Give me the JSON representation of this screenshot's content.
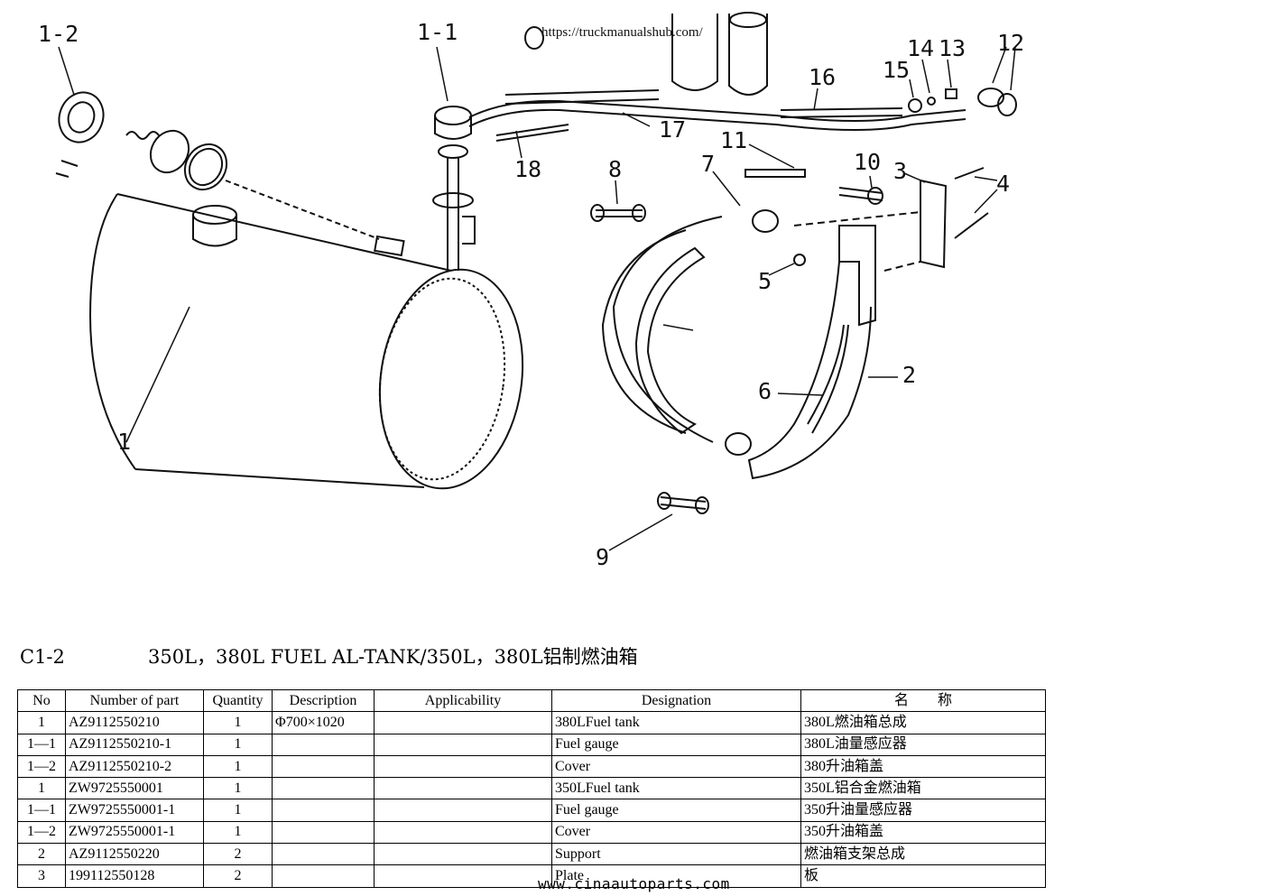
{
  "watermark_top": "https://truckmanualshub.com/",
  "watermark_bottom": "www.cinaautoparts.com",
  "caption": {
    "code": "C1-2",
    "title": "350L，380L FUEL AL-TANK/350L，380L铝制燃油箱"
  },
  "callouts": [
    "1-2",
    "1-1",
    "14",
    "13",
    "12",
    "15",
    "16",
    "17",
    "11",
    "18",
    "8",
    "7",
    "10",
    "3",
    "4",
    "5",
    "6",
    "2",
    "1",
    "9"
  ],
  "table": {
    "headers": [
      "No",
      "Number of part",
      "Quantity",
      "Description",
      "Applicability",
      "Designation",
      "名　　称"
    ],
    "rows": [
      {
        "no": "1",
        "part": "AZ9112550210",
        "qty": "1",
        "desc": "Φ700×1020",
        "app": "",
        "designation": "380LFuel tank",
        "name": "380L燃油箱总成"
      },
      {
        "no": "1—1",
        "part": "AZ9112550210-1",
        "qty": "1",
        "desc": "",
        "app": "",
        "designation": "Fuel gauge",
        "name": "380L油量感应器"
      },
      {
        "no": "1—2",
        "part": "AZ9112550210-2",
        "qty": "1",
        "desc": "",
        "app": "",
        "designation": "Cover",
        "name": "380升油箱盖"
      },
      {
        "no": "1",
        "part": "ZW9725550001",
        "qty": "1",
        "desc": "",
        "app": "",
        "designation": "350LFuel tank",
        "name": "350L铝合金燃油箱"
      },
      {
        "no": "1—1",
        "part": "ZW9725550001-1",
        "qty": "1",
        "desc": "",
        "app": "",
        "designation": "Fuel gauge",
        "name": "350升油量感应器"
      },
      {
        "no": "1—2",
        "part": "ZW9725550001-1",
        "qty": "1",
        "desc": "",
        "app": "",
        "designation": "Cover",
        "name": "350升油箱盖"
      },
      {
        "no": "2",
        "part": "AZ9112550220",
        "qty": "2",
        "desc": "",
        "app": "",
        "designation": "Support",
        "name": "燃油箱支架总成"
      },
      {
        "no": "3",
        "part": "199112550128",
        "qty": "2",
        "desc": "",
        "app": "",
        "designation": "Plate",
        "name": "板"
      }
    ]
  }
}
